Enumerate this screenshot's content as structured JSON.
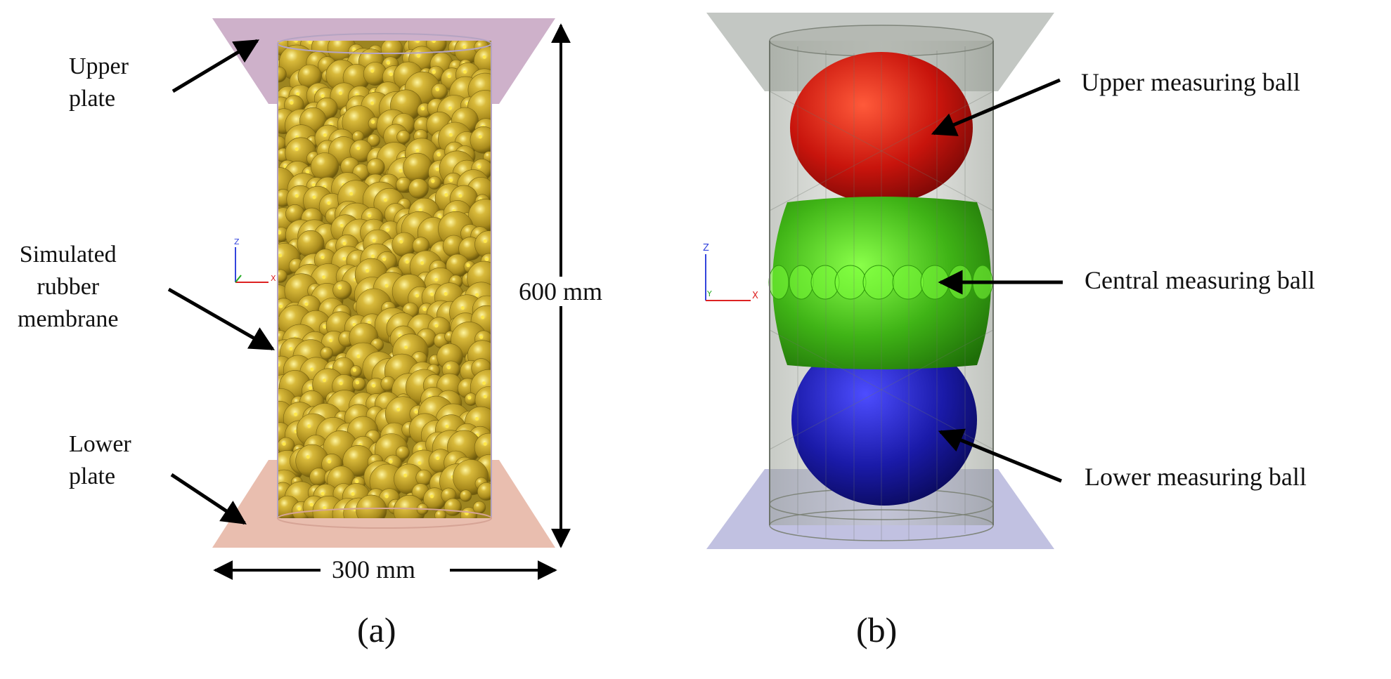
{
  "panel_a": {
    "labels": {
      "upper_plate": "Upper\nplate",
      "membrane": "Simulated\nrubber\nmembrane",
      "lower_plate": "Lower\nplate"
    },
    "height_dim": "600 mm",
    "width_dim": "300 mm",
    "caption": "(a)",
    "colors": {
      "upper_plate": "#c9a8c4",
      "lower_plate": "#e7b7a6",
      "particles": "#c2a126"
    }
  },
  "panel_b": {
    "labels": {
      "upper_ball": "Upper measuring ball",
      "central_ball": "Central measuring ball",
      "lower_ball": "Lower measuring ball"
    },
    "caption": "(b)",
    "colors": {
      "upper_ball": "#d0160f",
      "central_ball": "#3fb316",
      "lower_ball": "#1a1aa8",
      "upper_plate": "#b8bdb8",
      "lower_plate": "#b6b6dc"
    }
  },
  "axes": {
    "z": "Z",
    "x": "X",
    "y": "Y"
  }
}
